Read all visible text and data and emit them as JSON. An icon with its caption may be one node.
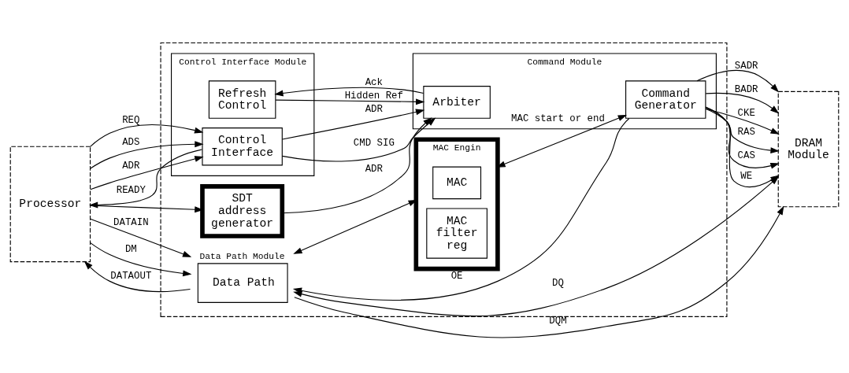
{
  "diagram": {
    "nodes": [
      {
        "text": [
          "Processor"
        ]
      },
      {
        "text": [],
        "shape": "box"
      },
      {
        "text": [
          "Control Interface Module"
        ],
        "in": 1
      },
      {
        "text": [
          "Control Interface"
        ],
        "in": 2
      },
      {
        "text": [
          "Refresh Control"
        ],
        "in": 2
      },
      {
        "text": [
          "Command Module"
        ],
        "in": 1
      },
      {
        "text": [
          "Arbiter"
        ],
        "in": 5
      },
      {
        "text": [
          "Command Generator"
        ],
        "in": 5
      },
      {
        "text": [
          "SDT address generator"
        ],
        "in": 1
      },
      {
        "text": [
          "MAC Engin"
        ],
        "in": 1
      },
      {
        "text": [
          "MAC"
        ],
        "in": 9
      },
      {
        "text": [
          "MAC filter reg"
        ],
        "in": 9
      },
      {
        "text": [
          "Data Path Module",
          "Data Path"
        ],
        "in": 1
      },
      {
        "text": [
          "DRAM Module"
        ]
      }
    ],
    "edges": [
      {
        "from": 0,
        "to": 3,
        "arrow": "to",
        "label": "REQ"
      },
      {
        "from": 0,
        "to": 3,
        "arrow": "to",
        "label": "ADS"
      },
      {
        "from": 0,
        "to": 3,
        "arrow": "to",
        "label": "ADR"
      },
      {
        "from": 0,
        "to": 8,
        "arrow": "to"
      },
      {
        "from": 3,
        "to": 0,
        "arrow": "to",
        "label": "READY"
      },
      {
        "from": 3,
        "to": 6,
        "arrow": "to",
        "label": "CMD SIG"
      },
      {
        "from": 3,
        "to": 6,
        "arrow": "to",
        "label": "ADR"
      },
      {
        "from": 4,
        "to": 6,
        "arrow": "to",
        "label": "Hidden Ref"
      },
      {
        "from": 6,
        "to": 4,
        "arrow": "to",
        "label": "Ack"
      },
      {
        "from": 8,
        "to": 6,
        "arrow": "to",
        "label": "ADR"
      },
      {
        "from": 7,
        "to": 13,
        "arrow": "to",
        "label": "SADR"
      },
      {
        "from": 7,
        "to": 13,
        "arrow": "to",
        "label": "BADR"
      },
      {
        "from": 7,
        "to": 13,
        "arrow": "to",
        "label": "CKE"
      },
      {
        "from": 7,
        "to": 13,
        "arrow": "to",
        "label": "RAS"
      },
      {
        "from": 7,
        "to": 13,
        "arrow": "to",
        "label": "CAS"
      },
      {
        "from": 7,
        "to": 13,
        "arrow": "to",
        "label": "WE"
      },
      {
        "from": 9,
        "to": 7,
        "arrow": "both",
        "label": "MAC start or end"
      },
      {
        "from": 0,
        "to": 12,
        "arrow": "to",
        "label": "DATAIN"
      },
      {
        "from": 0,
        "to": 12,
        "arrow": "to",
        "label": "DM"
      },
      {
        "from": 12,
        "to": 0,
        "arrow": "to",
        "label": "DATAOUT"
      },
      {
        "from": 12,
        "to": 9,
        "arrow": "both"
      },
      {
        "from": 7,
        "to": 12,
        "arrow": "to",
        "label": "OE"
      },
      {
        "from": 12,
        "to": 13,
        "arrow": "both",
        "label": "DQ"
      },
      {
        "from": 12,
        "to": 13,
        "arrow": "to",
        "label": "DQM"
      }
    ]
  }
}
